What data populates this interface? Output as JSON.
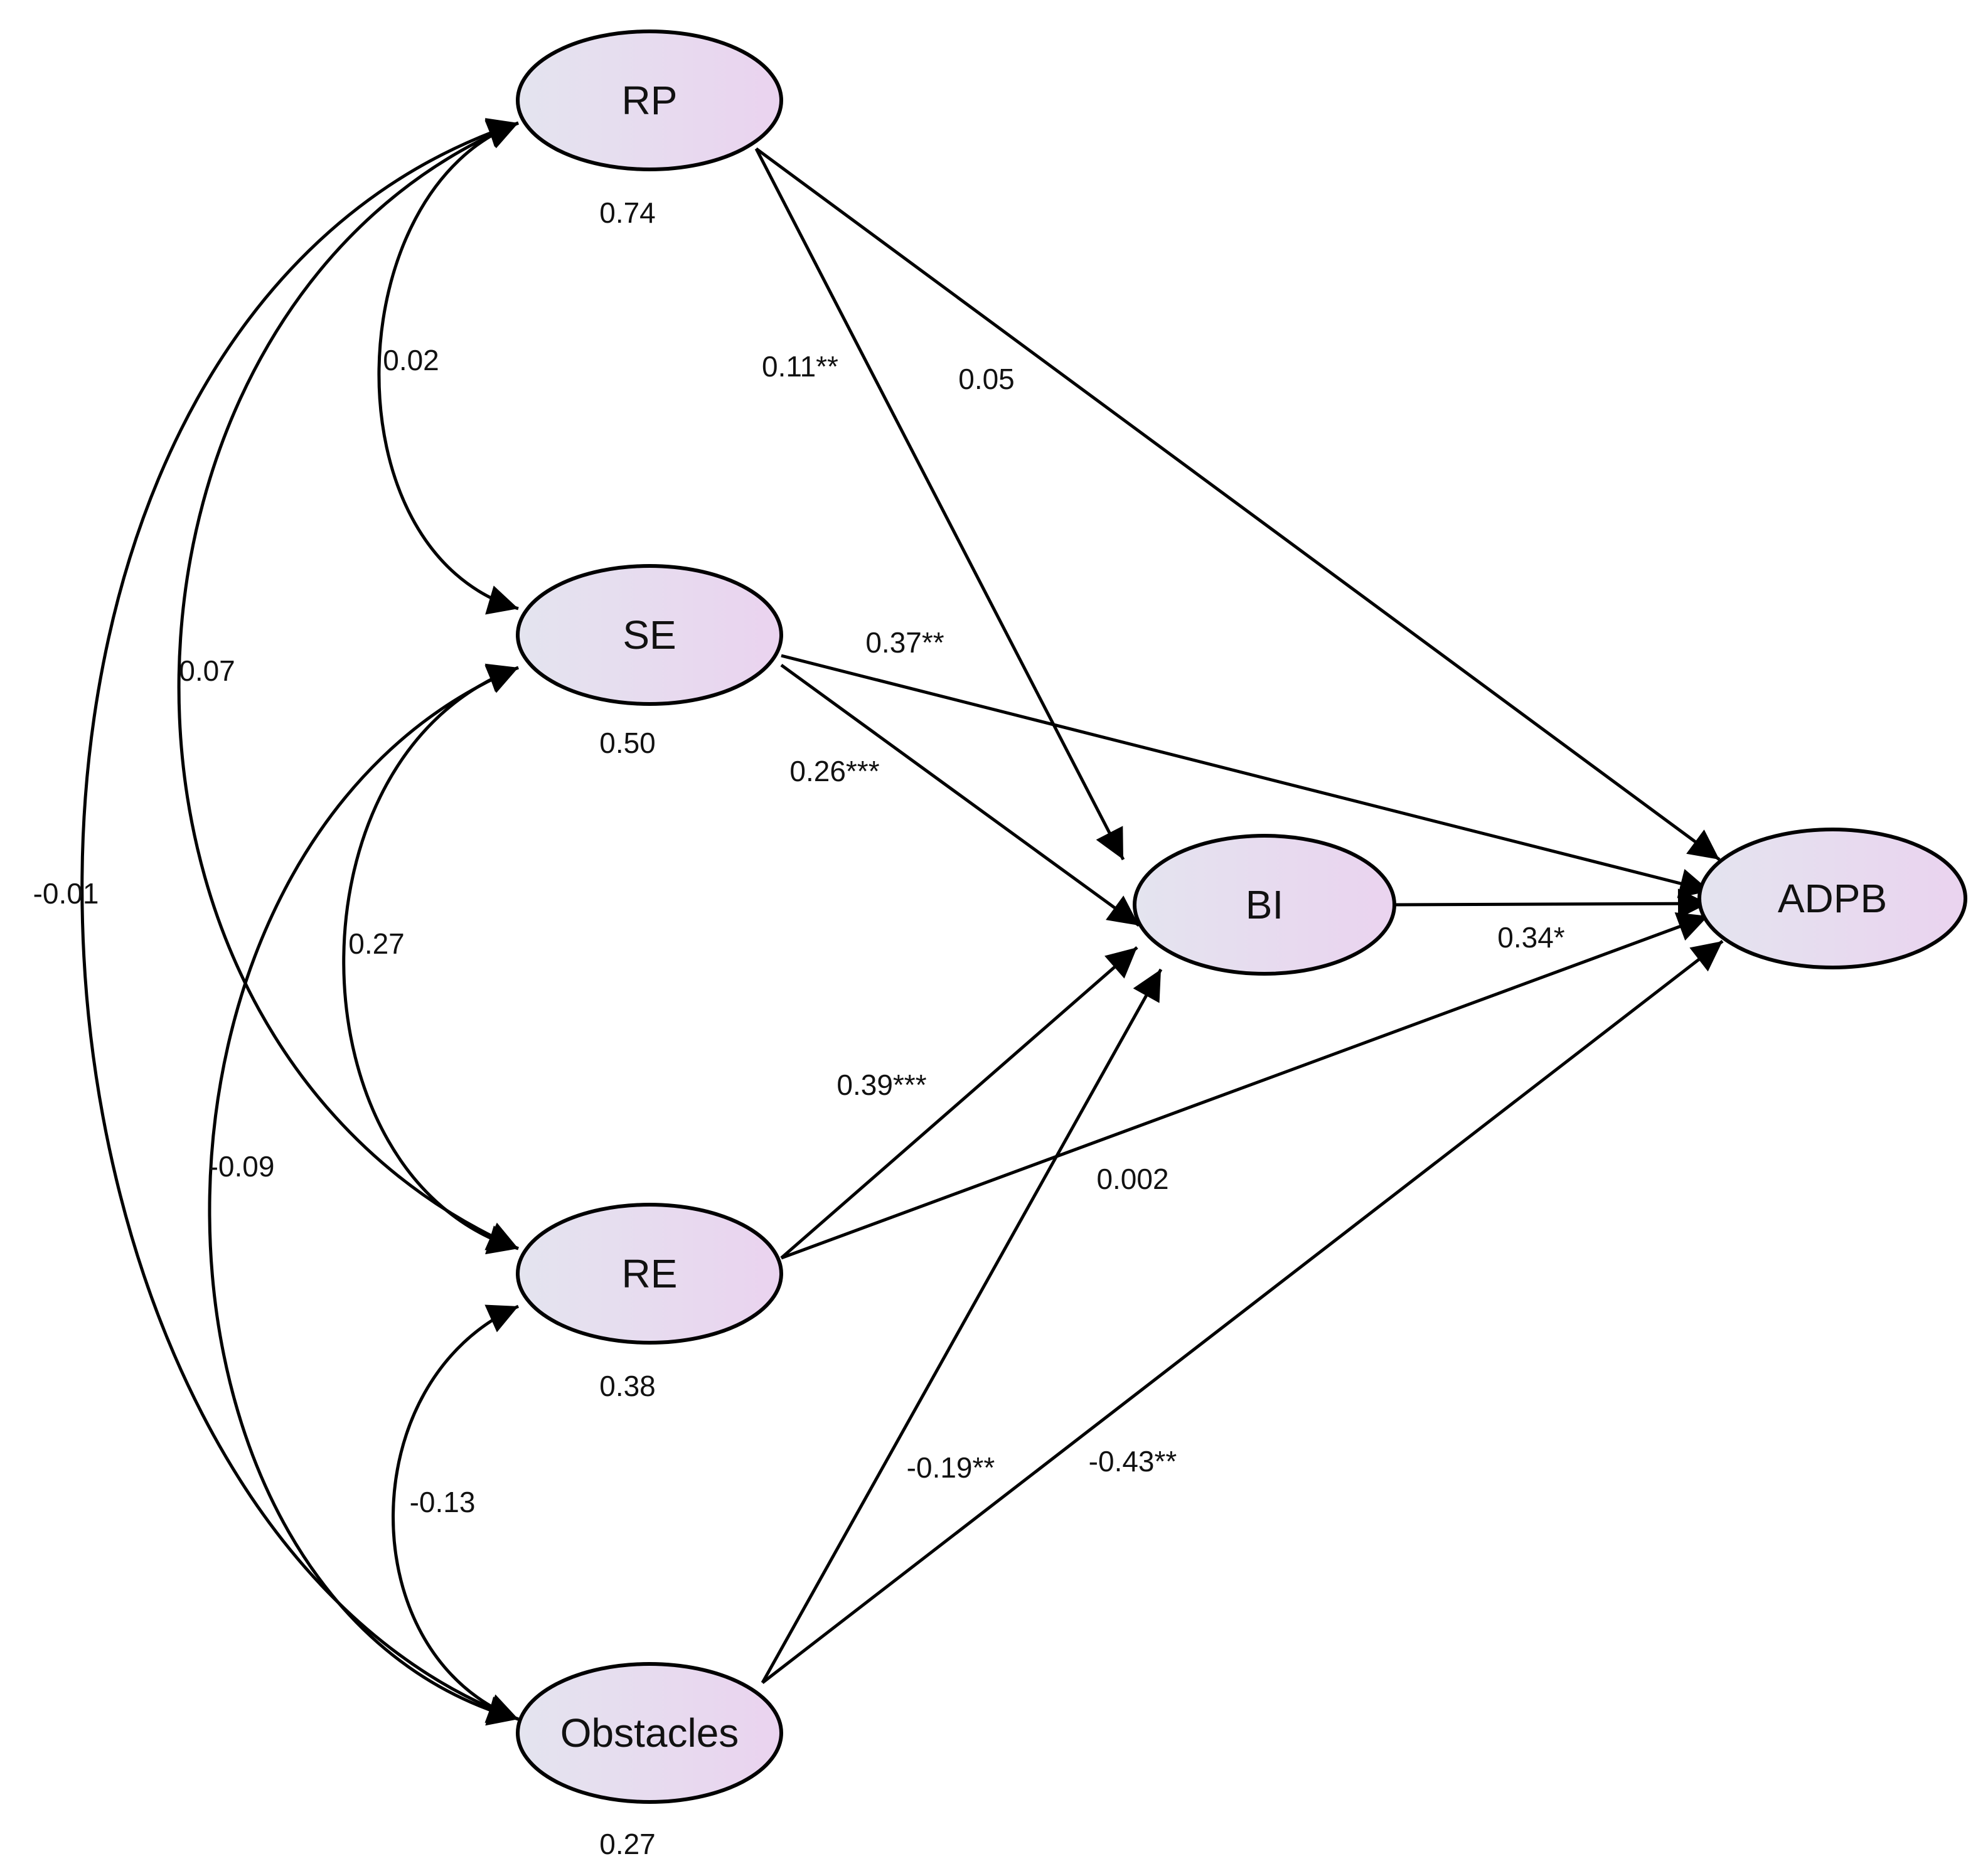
{
  "nodes": {
    "RP": {
      "label": "RP",
      "variance": "0.74"
    },
    "SE": {
      "label": "SE",
      "variance": "0.50"
    },
    "RE": {
      "label": "RE",
      "variance": "0.38"
    },
    "Obstacles": {
      "label": "Obstacles",
      "variance": "0.27"
    },
    "BI": {
      "label": "BI"
    },
    "ADPB": {
      "label": "ADPB"
    }
  },
  "paths": {
    "rp_bi": "0.11**",
    "rp_adpb": "0.05",
    "se_adpb": "0.37**",
    "se_bi": "0.26***",
    "bi_adpb": "0.34*",
    "re_bi": "0.39***",
    "re_adpb": "0.002",
    "obs_bi": "-0.19**",
    "obs_adpb": "-0.43**"
  },
  "covariances": {
    "rp_se": "0.02",
    "rp_re": "0.07",
    "rp_obs": "-0.01",
    "se_re": "0.27",
    "se_obs": "-0.09",
    "re_obs": "-0.13"
  },
  "colors": {
    "node_fill_start": "#e4e4ef",
    "node_fill_end": "#ead3ef",
    "stroke": "#000000"
  }
}
